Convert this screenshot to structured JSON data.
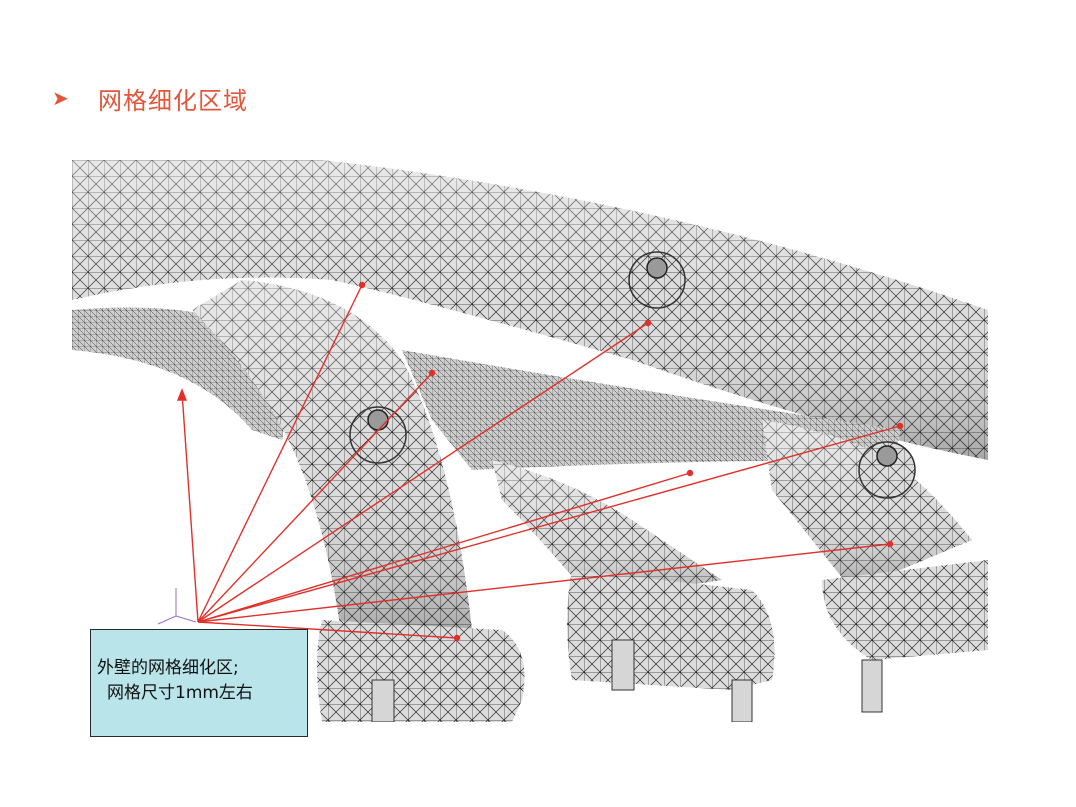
{
  "slide": {
    "bullet_icon": "arrowhead-bullet-icon",
    "heading": "网格细化区域",
    "accent_color": "#e2573a"
  },
  "figure": {
    "subject": "exhaust-manifold-mesh",
    "mesh_color": "#2b2b2b",
    "surface_color": "#d9d9d9",
    "leader_color": "#e0302a"
  },
  "callout": {
    "line1": "外壁的网格细化区;",
    "line2": "网格尺寸1mm左右",
    "background_color": "#b9e4ea"
  }
}
